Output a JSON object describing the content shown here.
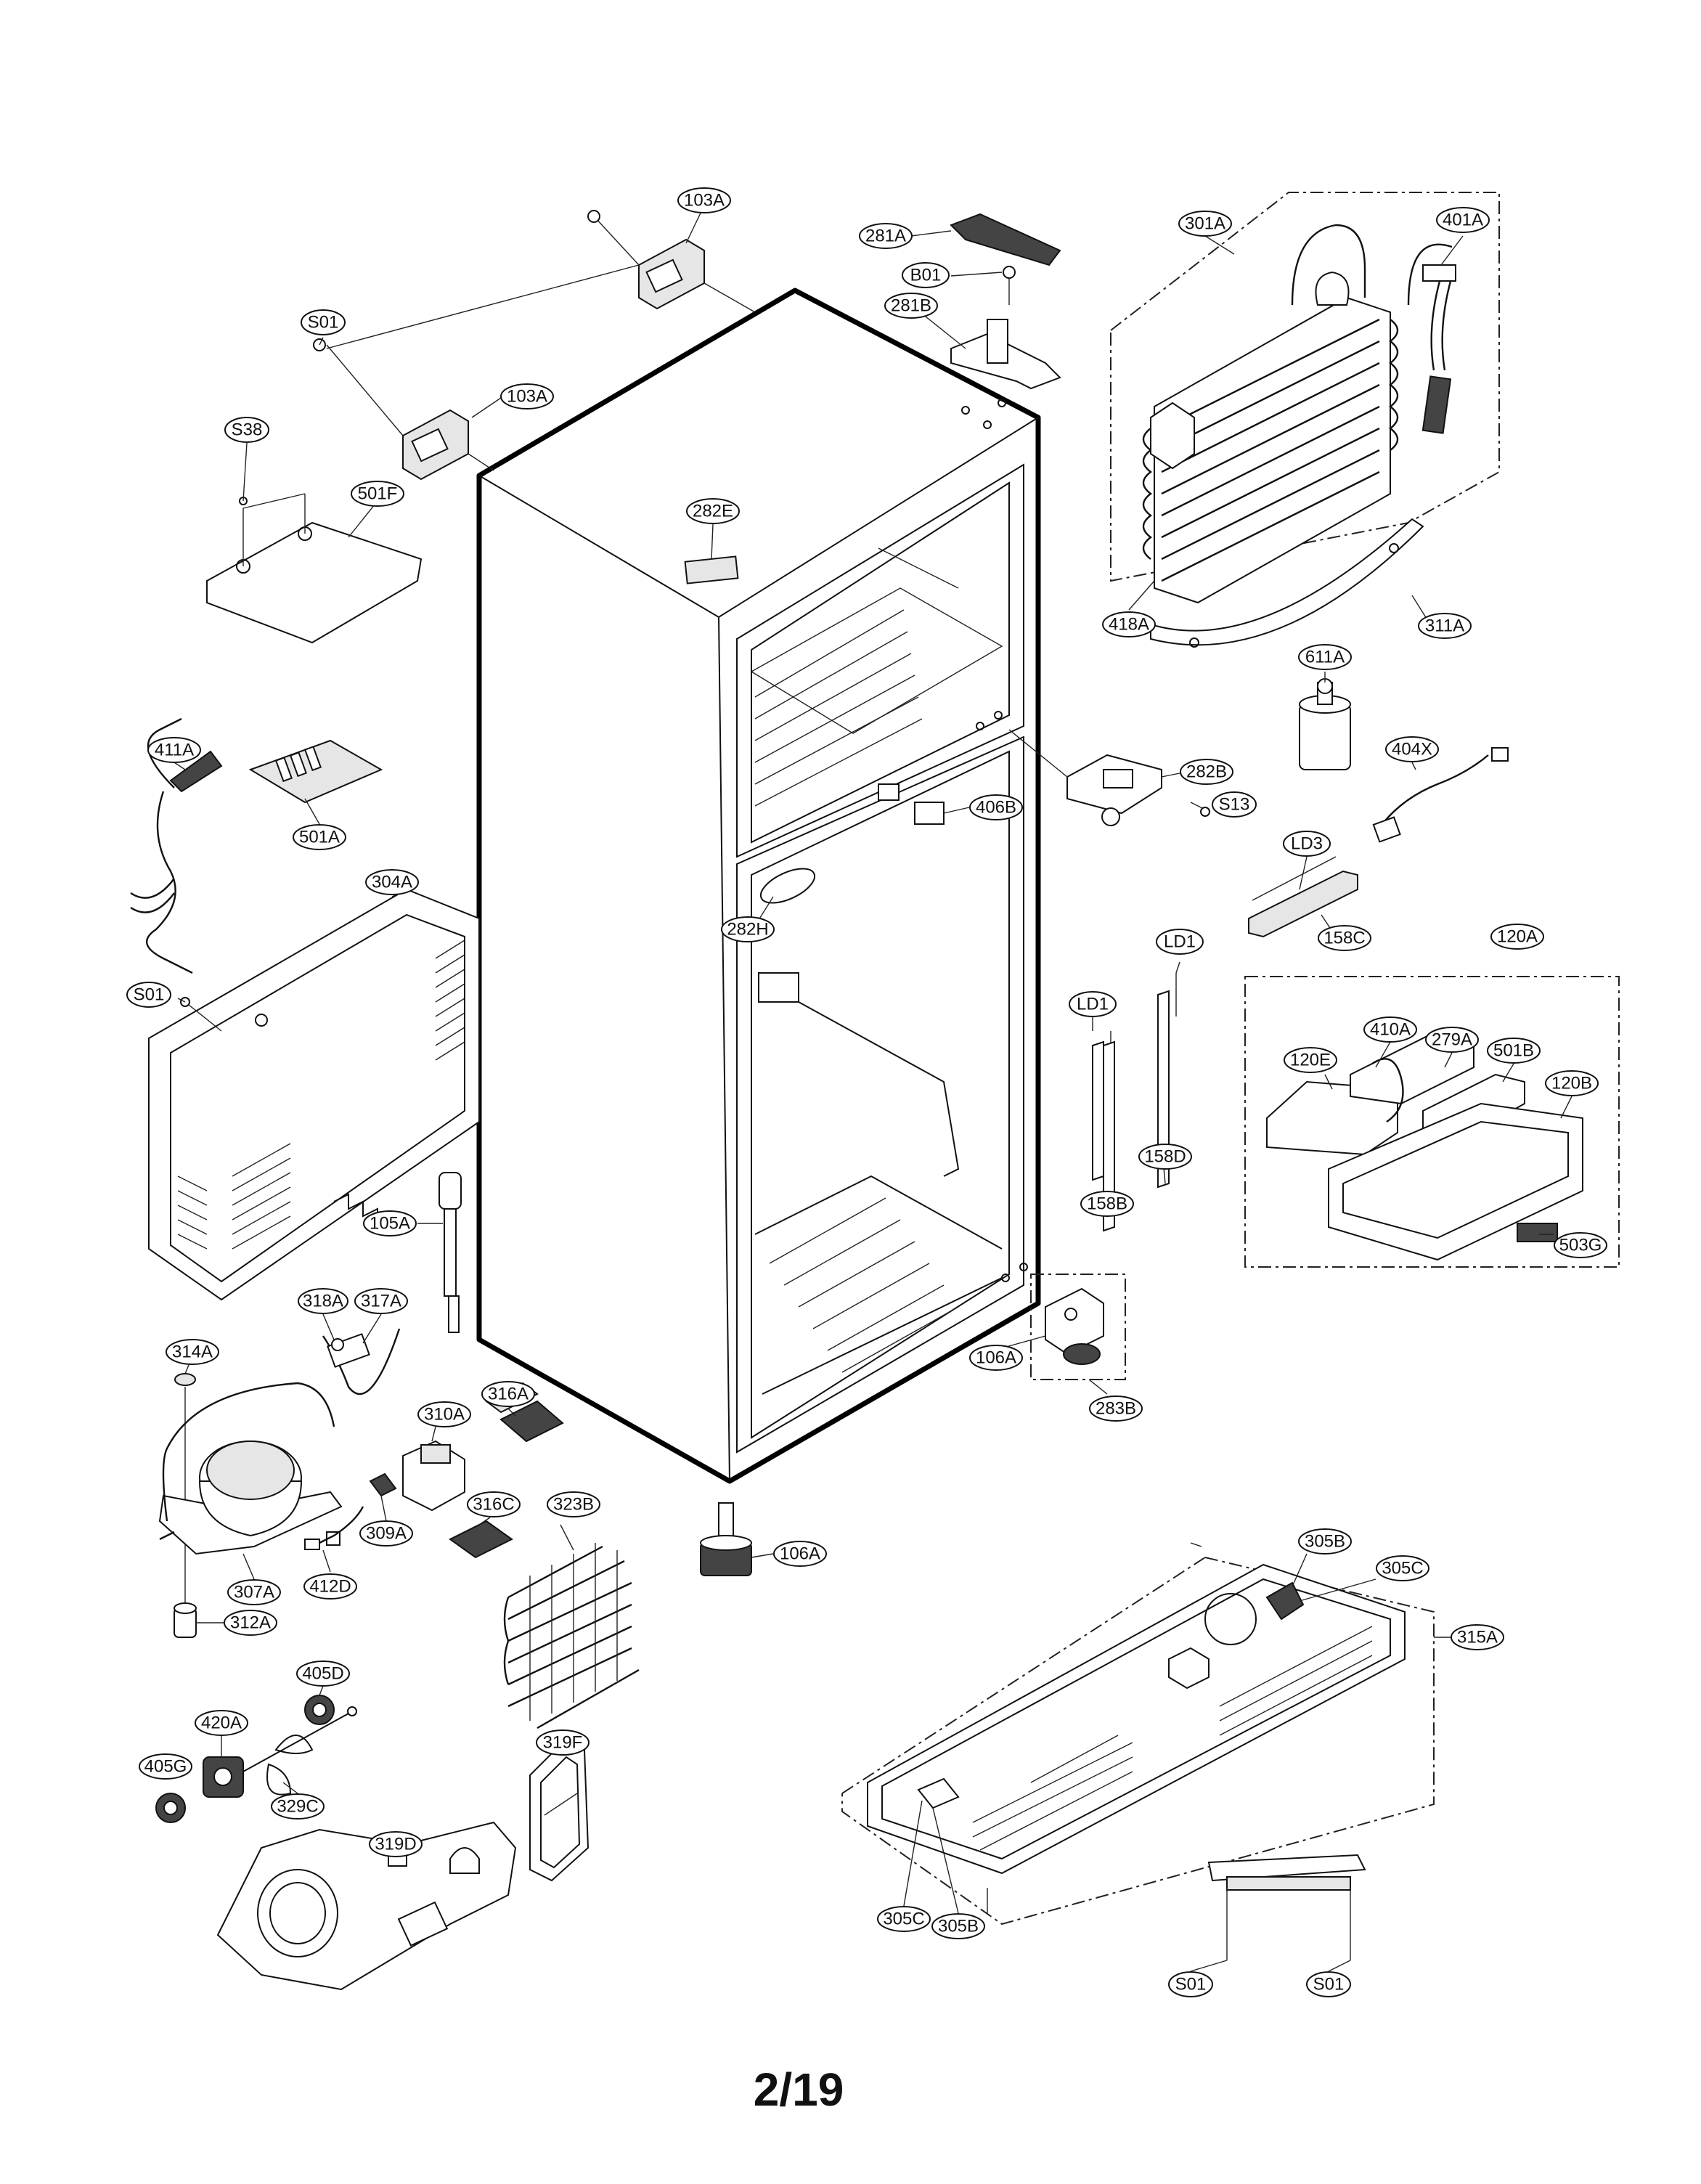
{
  "page_number": "2/19",
  "callouts": [
    {
      "id": "103A"
    },
    {
      "id": "103A"
    },
    {
      "id": "S01"
    },
    {
      "id": "S38"
    },
    {
      "id": "501F"
    },
    {
      "id": "281A"
    },
    {
      "id": "B01"
    },
    {
      "id": "281B"
    },
    {
      "id": "301A"
    },
    {
      "id": "401A"
    },
    {
      "id": "282E"
    },
    {
      "id": "418A"
    },
    {
      "id": "311A"
    },
    {
      "id": "611A"
    },
    {
      "id": "282B"
    },
    {
      "id": "S13"
    },
    {
      "id": "404X"
    },
    {
      "id": "406B"
    },
    {
      "id": "411A"
    },
    {
      "id": "501A"
    },
    {
      "id": "304A"
    },
    {
      "id": "S01"
    },
    {
      "id": "282H"
    },
    {
      "id": "LD3"
    },
    {
      "id": "158C"
    },
    {
      "id": "LD1"
    },
    {
      "id": "LD1"
    },
    {
      "id": "120A"
    },
    {
      "id": "120E"
    },
    {
      "id": "410A"
    },
    {
      "id": "279A"
    },
    {
      "id": "501B"
    },
    {
      "id": "120B"
    },
    {
      "id": "158D"
    },
    {
      "id": "158B"
    },
    {
      "id": "503G"
    },
    {
      "id": "105A"
    },
    {
      "id": "318A"
    },
    {
      "id": "317A"
    },
    {
      "id": "314A"
    },
    {
      "id": "106A"
    },
    {
      "id": "283B"
    },
    {
      "id": "316A"
    },
    {
      "id": "310A"
    },
    {
      "id": "316C"
    },
    {
      "id": "323B"
    },
    {
      "id": "309A"
    },
    {
      "id": "307A"
    },
    {
      "id": "412D"
    },
    {
      "id": "106A"
    },
    {
      "id": "312A"
    },
    {
      "id": "305B"
    },
    {
      "id": "305C"
    },
    {
      "id": "315A"
    },
    {
      "id": "405D"
    },
    {
      "id": "420A"
    },
    {
      "id": "405G"
    },
    {
      "id": "329C"
    },
    {
      "id": "319D"
    },
    {
      "id": "319F"
    },
    {
      "id": "305C"
    },
    {
      "id": "305B"
    },
    {
      "id": "S01"
    },
    {
      "id": "S01"
    }
  ]
}
